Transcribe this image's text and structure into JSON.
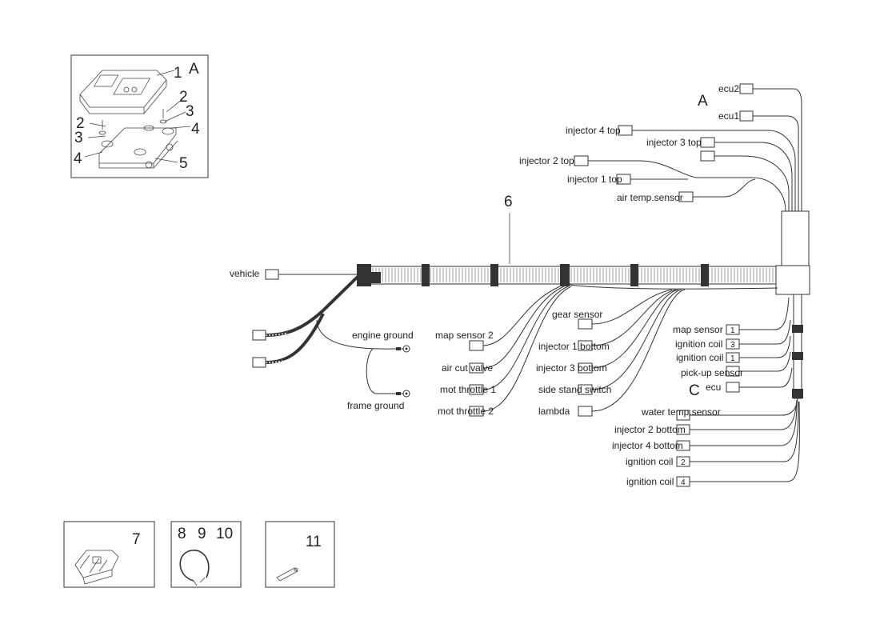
{
  "diagram": {
    "ref_A": "A",
    "ref_C": "C",
    "harness_number": "6",
    "left_labels": {
      "vehicle": "vehicle",
      "engine_ground": "engine ground",
      "frame_ground": "frame ground"
    },
    "middle_labels": {
      "map_sensor_2": "map sensor 2",
      "air_cut_valve": "air cut valve",
      "mot_throttle_1": "mot throttle 1",
      "mot_throttle_2": "mot throttle 2",
      "gear_sensor": "gear sensor",
      "injector_1_bottom": "injector 1 bottom",
      "injector_3_bottom": "injector 3 bottom",
      "side_stand_switch": "side stand switch",
      "lambda": "lambda"
    },
    "top_labels": {
      "ecu2": "ecu2",
      "ecu1": "ecu1",
      "injector_4_top": "injector 4 top",
      "injector_3_top": "injector 3 top",
      "injector_2_top": "injector 2 top",
      "injector_1_top": "injector 1 top",
      "air_temp_sensor": "air temp.sensor"
    },
    "right_labels": {
      "map_sensor": "map sensor",
      "map_sensor_num": "1",
      "ignition_coil_3": "ignition coil",
      "ignition_coil_3_num": "3",
      "ignition_coil_1": "ignition coil",
      "ignition_coil_1_num": "1",
      "pickup_sensor": "pick-up sensor",
      "ecu": "ecu",
      "water_temp_sensor": "water temp.sensor",
      "injector_2_bottom": "injector 2 bottom",
      "injector_4_bottom": "injector 4 bottom",
      "ignition_coil_2": "ignition coil",
      "ignition_coil_2_num": "2",
      "ignition_coil_4": "ignition coil",
      "ignition_coil_4_num": "4"
    },
    "ecu_inset": {
      "ref": "A",
      "callouts": [
        "1",
        "2",
        "3",
        "4",
        "2",
        "3",
        "4",
        "5"
      ]
    },
    "parts": {
      "part_7": "7",
      "part_8": "8",
      "part_9": "9",
      "part_10": "10",
      "part_11": "11"
    }
  }
}
